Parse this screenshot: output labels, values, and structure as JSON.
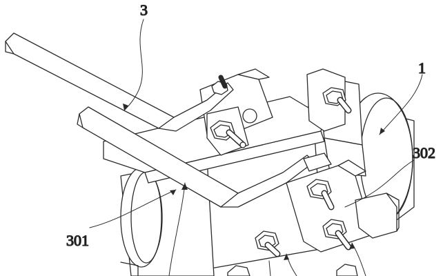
{
  "figure": {
    "background": "#ffffff",
    "stroke_color": "#2a2a2a",
    "fill_color": "#ffffff",
    "callouts": {
      "c3": "3",
      "c1": "1",
      "c302": "302",
      "c301": "301"
    }
  }
}
